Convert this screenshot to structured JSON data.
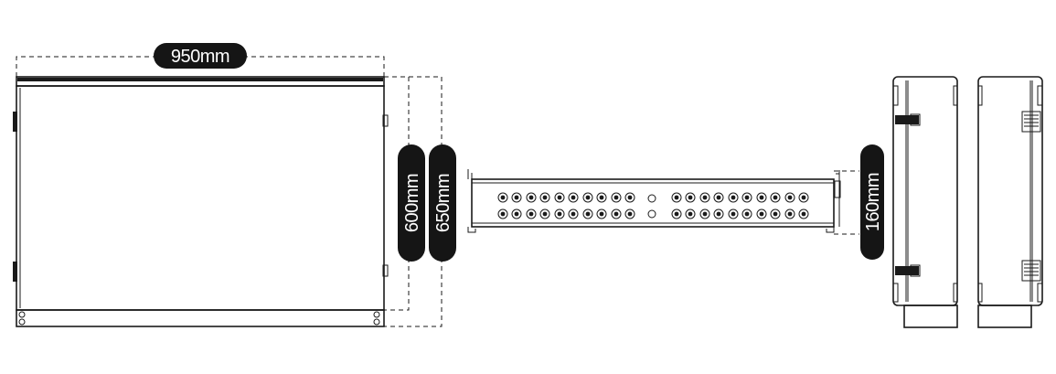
{
  "dimensions": {
    "width_label": "950mm",
    "height_door_label": "600mm",
    "height_total_label": "650mm",
    "depth_label": "160mm"
  },
  "views": [
    "front-view",
    "top-view",
    "side-view-left",
    "side-view-right"
  ]
}
